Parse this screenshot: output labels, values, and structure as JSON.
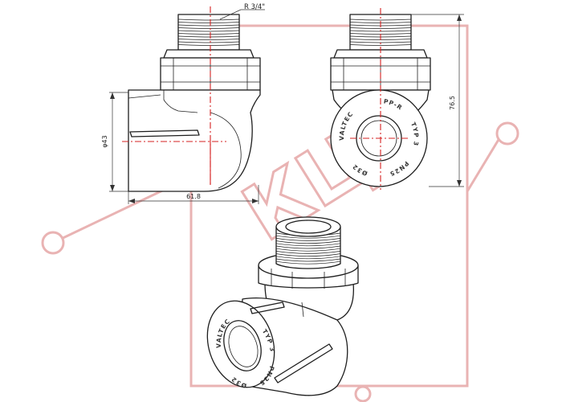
{
  "thread_label": "R 3/4\"",
  "dim_width": "61.8",
  "dim_height": "76.5",
  "dim_diameter": "φ43",
  "watermark_text": "КЦ",
  "markings": {
    "brand": "VALTEC",
    "material": "PP-R",
    "type": "TYP 3",
    "pressure": "PN25",
    "size": "Ø32",
    "brand_iso": "VALTEC",
    "type_iso": "TYP 3",
    "pressure_iso": "PN25",
    "size_iso": "Ø32"
  }
}
